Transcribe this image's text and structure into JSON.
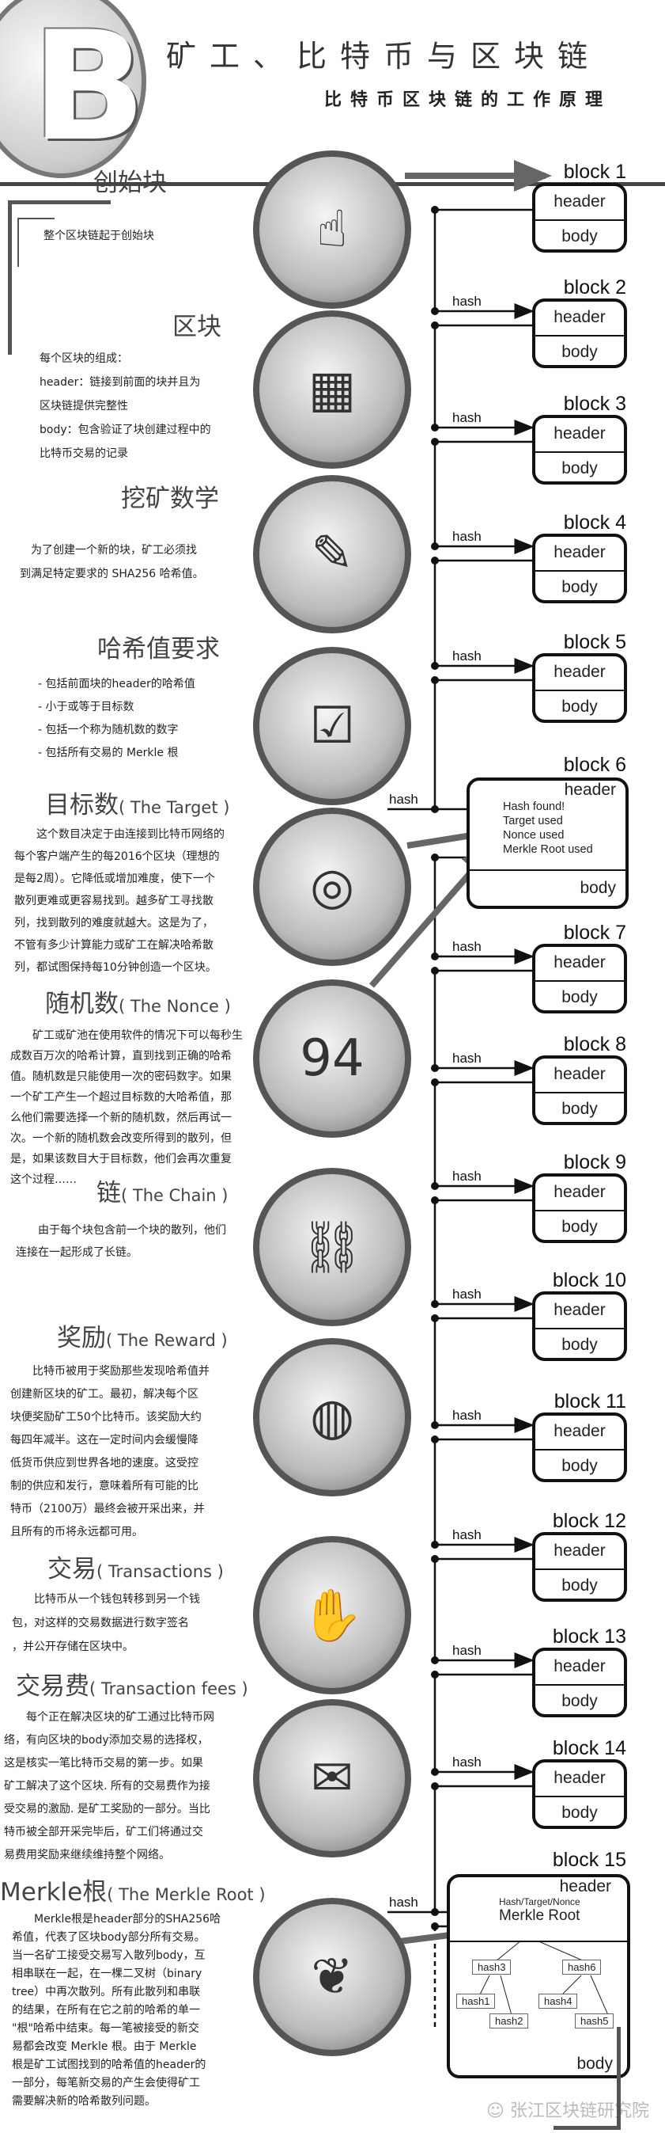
{
  "header": {
    "logo_letter": "B",
    "title": "矿工、比特币与区块链",
    "subtitle": "比特币区块链的工作原理"
  },
  "sections": [
    {
      "id": "genesis",
      "heading": "创始块",
      "heading_en": "",
      "lines": [
        "整个区块链起于创始块"
      ],
      "image": "hands-icon",
      "symbol": "☝"
    },
    {
      "id": "block",
      "heading": "区块",
      "heading_en": "",
      "lines": [
        "每个区块的组成：",
        "header：链接到前面的块并且为",
        "区块链提供完整性",
        "body：包含验证了块创建过程中的",
        "比特币交易的记录"
      ],
      "image": "cubes-icon",
      "symbol": "▦"
    },
    {
      "id": "mining-math",
      "heading": "挖矿数学",
      "heading_en": "",
      "lines": [
        "　为了创建一个新的块，矿工必须找",
        "到满足特定要求的 SHA256 哈希值。"
      ],
      "image": "thinker-icon",
      "symbol": "✎"
    },
    {
      "id": "hash-requirements",
      "heading": "哈希值要求",
      "heading_en": "",
      "lines": [
        "- 包括前面块的header的哈希值",
        "- 小于或等于目标数",
        "- 包括一个称为随机数的数字",
        "- 包括所有交易的 Merkle 根"
      ],
      "image": "checkbox-pen-icon",
      "symbol": "☑"
    },
    {
      "id": "target",
      "heading": "目标数",
      "heading_en": "( The Target )",
      "lines": [
        "　　这个数目决定于由连接到比特币网络的",
        "每个客户端产生的每2016个区块（理想的",
        "是每2周）。它降低或增加难度，使下一个",
        "散列更难或更容易找到。越多矿工寻找散",
        "列，找到散列的难度就越大。这是为了，",
        "不管有多少计算能力或矿工在解决哈希散",
        "列，都试图保持每10分钟创造一个区块。"
      ],
      "image": "dartboard-icon",
      "symbol": "◎"
    },
    {
      "id": "nonce",
      "heading": "随机数",
      "heading_en": "( The Nonce )",
      "lines": [
        "　　矿工或矿池在使用软件的情况下可以每秒生",
        "成数百万次的哈希计算，直到找到正确的哈希",
        "值。随机数是只能使用一次的密码数字。如果",
        "一个矿工产生一个超过目标数的大哈希值，那",
        "么他们需要选择一个新的随机数，然后再试一",
        "次。一个新的随机数会改变所得到的散列，但",
        "是，如果该数目大于目标数，他们会再次重复",
        "这个过程……"
      ],
      "image": "numbers-icon",
      "symbol": "94"
    },
    {
      "id": "chain",
      "heading": "链",
      "heading_en": "( The Chain )",
      "lines": [
        "　　由于每个块包含前一个块的散列，他们",
        "连接在一起形成了长链。"
      ],
      "image": "chain-icon",
      "symbol": "⛓"
    },
    {
      "id": "reward",
      "heading": "奖励",
      "heading_en": "( The Reward )",
      "lines": [
        "　　比特币被用于奖励那些发现哈希值并",
        "创建新区块的矿工。最初，解决每个区",
        "块便奖励矿工50个比特币。该奖励大约",
        "每四年减半。这在一定时间内会缓慢降",
        "低货币供应到世界各地的速度。这受控",
        "制的供应和发行，意味着所有可能的比",
        "特币（2100万）最终会被开采出来，并",
        "且所有的币将永远都可用。"
      ],
      "image": "coins-icon",
      "symbol": "◍"
    },
    {
      "id": "transactions",
      "heading": "交易",
      "heading_en": "( Transactions )",
      "lines": [
        "　　比特币从一个钱包转移到另一个钱",
        "包，对这样的交易数据进行数字签名",
        "，并公开存储在区块中。"
      ],
      "image": "money-hands-icon",
      "symbol": "✋"
    },
    {
      "id": "fees",
      "heading": "交易费",
      "heading_en": "( Transaction fees )",
      "lines": [
        "　　每个正在解决区块的矿工通过比特币网",
        "络，有向区块的body添加交易的选择权，",
        "这是核实一笔比特币交易的第一步。如果",
        "矿工解决了这个区块. 所有的交易费作为接",
        "受交易的激励. 是矿工奖励的一部分。当比",
        "特币被全部开采完毕后，矿工们将通过交",
        "易费用奖励来继续维持整个网络。"
      ],
      "image": "thank-you-icon",
      "symbol": "✉"
    },
    {
      "id": "merkle",
      "heading": "Merkle根",
      "heading_en": "( The Merkle Root )",
      "lines": [
        "　　Merkle根是header部分的SHA256哈",
        "希值，代表了区块body部分所有交易。",
        "当一名矿工接受交易写入散列body，互",
        "相串联在一起，在一棵二叉树（binary",
        "tree）中再次散列。所有此散列和串联",
        "的结果，在所有在它之前的哈希的单一",
        "\"根\"哈希中结束。每一笔被接受的新交",
        "易都会改变 Merkle 根。由于 Merkle",
        "根是矿工试图找到的哈希值的header的",
        "一部分，每笔新交易的产生会使得矿工",
        "需要解决新的哈希散列问题。"
      ],
      "image": "roots-icon",
      "symbol": "❦"
    }
  ],
  "blocks": [
    {
      "label": "block 1",
      "header": "header",
      "body": "body"
    },
    {
      "label": "block 2",
      "header": "header",
      "body": "body"
    },
    {
      "label": "block 3",
      "header": "header",
      "body": "body"
    },
    {
      "label": "block 4",
      "header": "header",
      "body": "body"
    },
    {
      "label": "block 5",
      "header": "header",
      "body": "body"
    },
    {
      "label": "block 6",
      "header": "header",
      "body": "body",
      "details": [
        "Hash found!",
        "Target used",
        "Nonce used",
        "Merkle Root used"
      ]
    },
    {
      "label": "block 7",
      "header": "header",
      "body": "body"
    },
    {
      "label": "block 8",
      "header": "header",
      "body": "body"
    },
    {
      "label": "block 9",
      "header": "header",
      "body": "body"
    },
    {
      "label": "block 10",
      "header": "header",
      "body": "body"
    },
    {
      "label": "block 11",
      "header": "header",
      "body": "body"
    },
    {
      "label": "block 12",
      "header": "header",
      "body": "body"
    },
    {
      "label": "block 13",
      "header": "header",
      "body": "body"
    },
    {
      "label": "block 14",
      "header": "header",
      "body": "body"
    },
    {
      "label": "block 15",
      "header": "header",
      "body": "body",
      "summary": "Hash/Target/Nonce",
      "merkle_root": "Merkle Root",
      "tree": [
        "hash3",
        "hash6",
        "hash1",
        "hash2",
        "hash4",
        "hash5"
      ]
    }
  ],
  "hash_label": "hash",
  "watermark": "张江区块链研究院"
}
